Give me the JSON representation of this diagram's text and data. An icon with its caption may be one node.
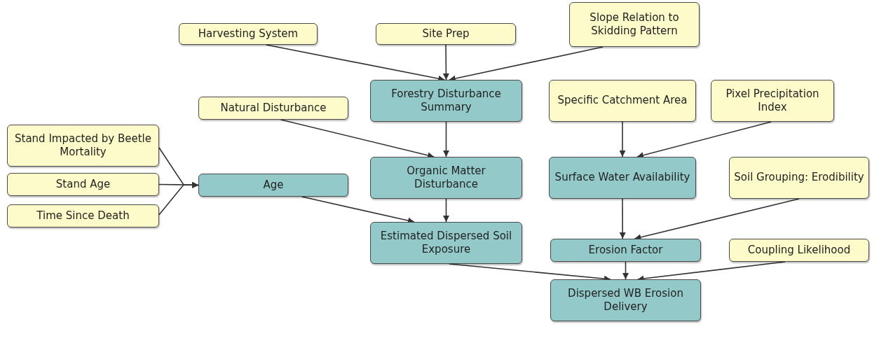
{
  "diagram": {
    "nodes": [
      {
        "text": [
          "Harvesting System"
        ]
      },
      {
        "text": [
          "Site Prep"
        ]
      },
      {
        "text": [
          "Slope Relation to Skidding Pattern"
        ]
      },
      {
        "text": [
          "Forestry Disturbance Summary"
        ]
      },
      {
        "text": [
          "Natural Disturbance"
        ]
      },
      {
        "text": [
          "Specific Catchment Area"
        ]
      },
      {
        "text": [
          "Pixel Precipitation Index"
        ]
      },
      {
        "text": [
          "Stand Impacted by Beetle Mortality"
        ]
      },
      {
        "text": [
          "Stand Age"
        ]
      },
      {
        "text": [
          "Time Since Death"
        ]
      },
      {
        "text": [
          "Age"
        ]
      },
      {
        "text": [
          "Organic Matter Disturbance"
        ]
      },
      {
        "text": [
          "Surface Water Availability"
        ]
      },
      {
        "text": [
          "Soil Grouping: Erodibility"
        ]
      },
      {
        "text": [
          "Estimated Dispersed Soil Exposure"
        ]
      },
      {
        "text": [
          "Erosion Factor"
        ]
      },
      {
        "text": [
          "Coupling Likelihood"
        ]
      },
      {
        "text": [
          "Dispersed WB Erosion Delivery"
        ]
      }
    ],
    "edges": [
      {
        "from": 0,
        "to": 3,
        "arrow": "to"
      },
      {
        "from": 1,
        "to": 3,
        "arrow": "to"
      },
      {
        "from": 2,
        "to": 3,
        "arrow": "to"
      },
      {
        "from": 3,
        "to": 11,
        "arrow": "to"
      },
      {
        "from": 4,
        "to": 11,
        "arrow": "to"
      },
      {
        "from": 7,
        "to": 10,
        "arrow": "to"
      },
      {
        "from": 8,
        "to": 10,
        "arrow": "to"
      },
      {
        "from": 9,
        "to": 10,
        "arrow": "to"
      },
      {
        "from": 10,
        "to": 14,
        "arrow": "to"
      },
      {
        "from": 11,
        "to": 14,
        "arrow": "to"
      },
      {
        "from": 5,
        "to": 12,
        "arrow": "to"
      },
      {
        "from": 6,
        "to": 12,
        "arrow": "to"
      },
      {
        "from": 12,
        "to": 15,
        "arrow": "to"
      },
      {
        "from": 13,
        "to": 15,
        "arrow": "to"
      },
      {
        "from": 14,
        "to": 17,
        "arrow": "to"
      },
      {
        "from": 15,
        "to": 17,
        "arrow": "to"
      },
      {
        "from": 16,
        "to": 17,
        "arrow": "to"
      }
    ]
  }
}
